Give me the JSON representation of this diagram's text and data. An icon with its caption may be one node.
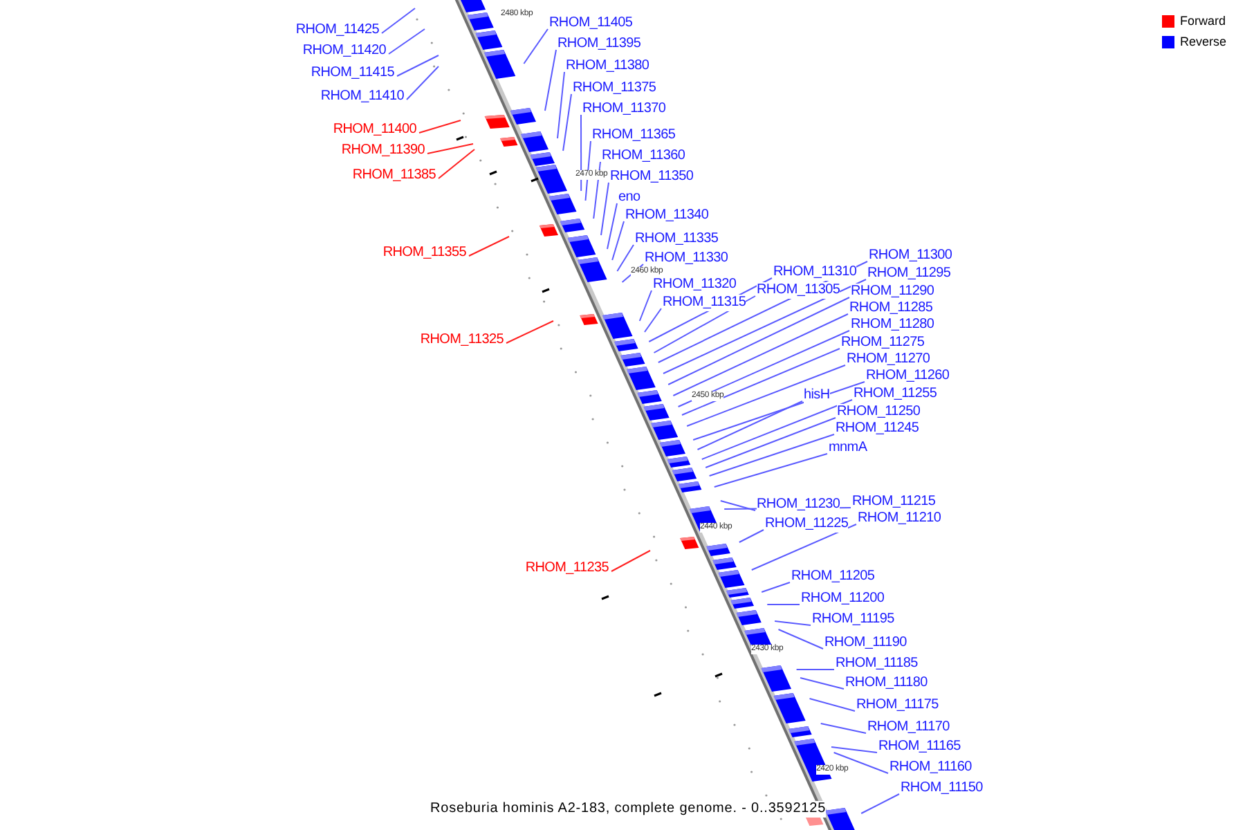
{
  "diagram": {
    "caption": "Roseburia hominis A2-183, complete genome. - 0..3592125",
    "nodes": [
      {
        "text": [
          "RHOM_11425"
        ]
      },
      {
        "text": [
          "RHOM_11405"
        ]
      },
      {
        "text": [
          "RHOM_11420"
        ]
      },
      {
        "text": [
          "RHOM_11395"
        ]
      },
      {
        "text": [
          "RHOM_11415"
        ]
      },
      {
        "text": [
          "RHOM_11380"
        ]
      },
      {
        "text": [
          "RHOM_11375"
        ]
      },
      {
        "text": [
          "RHOM_11410"
        ]
      },
      {
        "text": [
          "RHOM_11370"
        ]
      },
      {
        "text": [
          "RHOM_11400"
        ]
      },
      {
        "text": [
          "RHOM_11365"
        ]
      },
      {
        "text": [
          "RHOM_11390"
        ]
      },
      {
        "text": [
          "RHOM_11360"
        ]
      },
      {
        "text": [
          "RHOM_11385"
        ]
      },
      {
        "text": [
          "RHOM_11350"
        ]
      },
      {
        "text": [
          "eno"
        ]
      },
      {
        "text": [
          "RHOM_11340"
        ]
      },
      {
        "text": [
          "RHOM_11335"
        ]
      },
      {
        "text": [
          "RHOM_11355"
        ]
      },
      {
        "text": [
          "RHOM_11330"
        ]
      },
      {
        "text": [
          "RHOM_11300"
        ]
      },
      {
        "text": [
          "RHOM_11310"
        ]
      },
      {
        "text": [
          "RHOM_11295"
        ]
      },
      {
        "text": [
          "RHOM_11320"
        ]
      },
      {
        "text": [
          "RHOM_11305"
        ]
      },
      {
        "text": [
          "RHOM_11290"
        ]
      },
      {
        "text": [
          "RHOM_11315"
        ]
      },
      {
        "text": [
          "RHOM_11285"
        ]
      },
      {
        "text": [
          "RHOM_11280"
        ]
      },
      {
        "text": [
          "RHOM_11325"
        ]
      },
      {
        "text": [
          "RHOM_11275"
        ]
      },
      {
        "text": [
          "RHOM_11270"
        ]
      },
      {
        "text": [
          "RHOM_11260"
        ]
      },
      {
        "text": [
          "hisH"
        ]
      },
      {
        "text": [
          "RHOM_11255"
        ]
      },
      {
        "text": [
          "RHOM_11250"
        ]
      },
      {
        "text": [
          "RHOM_11245"
        ]
      },
      {
        "text": [
          "mnmA"
        ]
      },
      {
        "text": [
          "RHOM_11215"
        ]
      },
      {
        "text": [
          "RHOM_11230"
        ]
      },
      {
        "text": [
          "RHOM_11210"
        ]
      },
      {
        "text": [
          "RHOM_11225"
        ]
      },
      {
        "text": [
          "RHOM_11235"
        ]
      },
      {
        "text": [
          "RHOM_11205"
        ]
      },
      {
        "text": [
          "RHOM_11200"
        ]
      },
      {
        "text": [
          "RHOM_11195"
        ]
      },
      {
        "text": [
          "RHOM_11190"
        ]
      },
      {
        "text": [
          "RHOM_11185"
        ]
      },
      {
        "text": [
          "RHOM_11180"
        ]
      },
      {
        "text": [
          "RHOM_11175"
        ]
      },
      {
        "text": [
          "RHOM_11170"
        ]
      },
      {
        "text": [
          "RHOM_11165"
        ]
      },
      {
        "text": [
          "RHOM_11160"
        ]
      },
      {
        "text": [
          "RHOM_11150"
        ]
      }
    ],
    "edges": [
      {
        "from": 0,
        "to": null,
        "arrow": "none"
      },
      {
        "from": 1,
        "to": null,
        "arrow": "none"
      },
      {
        "from": 2,
        "to": null,
        "arrow": "none"
      },
      {
        "from": 3,
        "to": null,
        "arrow": "none"
      },
      {
        "from": 4,
        "to": null,
        "arrow": "none"
      },
      {
        "from": 5,
        "to": null,
        "arrow": "none"
      },
      {
        "from": 6,
        "to": null,
        "arrow": "none"
      },
      {
        "from": 7,
        "to": null,
        "arrow": "none"
      },
      {
        "from": 8,
        "to": null,
        "arrow": "none"
      },
      {
        "from": 9,
        "to": null,
        "arrow": "none",
        "color": "#ff2020"
      },
      {
        "from": 10,
        "to": null,
        "arrow": "none"
      },
      {
        "from": 11,
        "to": null,
        "arrow": "none",
        "color": "#ff2020"
      },
      {
        "from": 12,
        "to": null,
        "arrow": "none"
      },
      {
        "from": 13,
        "to": null,
        "arrow": "none",
        "color": "#ff2020"
      },
      {
        "from": 14,
        "to": null,
        "arrow": "none"
      },
      {
        "from": 15,
        "to": null,
        "arrow": "none"
      },
      {
        "from": 16,
        "to": null,
        "arrow": "none"
      },
      {
        "from": 17,
        "to": null,
        "arrow": "none"
      },
      {
        "from": 18,
        "to": null,
        "arrow": "none",
        "color": "#ff2020"
      },
      {
        "from": 19,
        "to": null,
        "arrow": "none"
      },
      {
        "from": 20,
        "to": null,
        "arrow": "none"
      },
      {
        "from": 21,
        "to": null,
        "arrow": "none"
      },
      {
        "from": 22,
        "to": null,
        "arrow": "none"
      },
      {
        "from": 23,
        "to": null,
        "arrow": "none"
      },
      {
        "from": 24,
        "to": null,
        "arrow": "none"
      },
      {
        "from": 25,
        "to": null,
        "arrow": "none"
      },
      {
        "from": 26,
        "to": null,
        "arrow": "none"
      },
      {
        "from": 27,
        "to": null,
        "arrow": "none"
      },
      {
        "from": 28,
        "to": null,
        "arrow": "none"
      },
      {
        "from": 29,
        "to": null,
        "arrow": "none",
        "color": "#ff2020"
      },
      {
        "from": 30,
        "to": null,
        "arrow": "none"
      },
      {
        "from": 31,
        "to": null,
        "arrow": "none"
      },
      {
        "from": 32,
        "to": null,
        "arrow": "none"
      },
      {
        "from": 33,
        "to": null,
        "arrow": "none"
      },
      {
        "from": 34,
        "to": null,
        "arrow": "none"
      },
      {
        "from": 35,
        "to": null,
        "arrow": "none"
      },
      {
        "from": 36,
        "to": null,
        "arrow": "none"
      },
      {
        "from": 37,
        "to": null,
        "arrow": "none"
      },
      {
        "from": 38,
        "to": null,
        "arrow": "none"
      },
      {
        "from": 39,
        "to": null,
        "arrow": "none"
      },
      {
        "from": 40,
        "to": null,
        "arrow": "none"
      },
      {
        "from": 41,
        "to": null,
        "arrow": "none"
      },
      {
        "from": 42,
        "to": null,
        "arrow": "none",
        "color": "#ff2020"
      },
      {
        "from": 43,
        "to": null,
        "arrow": "none"
      },
      {
        "from": 44,
        "to": null,
        "arrow": "none"
      },
      {
        "from": 45,
        "to": null,
        "arrow": "none"
      },
      {
        "from": 46,
        "to": null,
        "arrow": "none"
      },
      {
        "from": 47,
        "to": null,
        "arrow": "none"
      },
      {
        "from": 48,
        "to": null,
        "arrow": "none"
      },
      {
        "from": 49,
        "to": null,
        "arrow": "none"
      },
      {
        "from": 50,
        "to": null,
        "arrow": "none"
      },
      {
        "from": 51,
        "to": null,
        "arrow": "none"
      },
      {
        "from": 52,
        "to": null,
        "arrow": "none"
      },
      {
        "from": 53,
        "to": null,
        "arrow": "none"
      }
    ],
    "labels": [
      "2480 kbp",
      "2470 kbp",
      "2460 kbp",
      "2450 kbp",
      "2440 kbp",
      "2430 kbp",
      "2420 kbp"
    ],
    "legend": [
      {
        "text": "Forward",
        "color": "#ff0000"
      },
      {
        "text": "Reverse",
        "color": "#0000ff"
      }
    ]
  }
}
